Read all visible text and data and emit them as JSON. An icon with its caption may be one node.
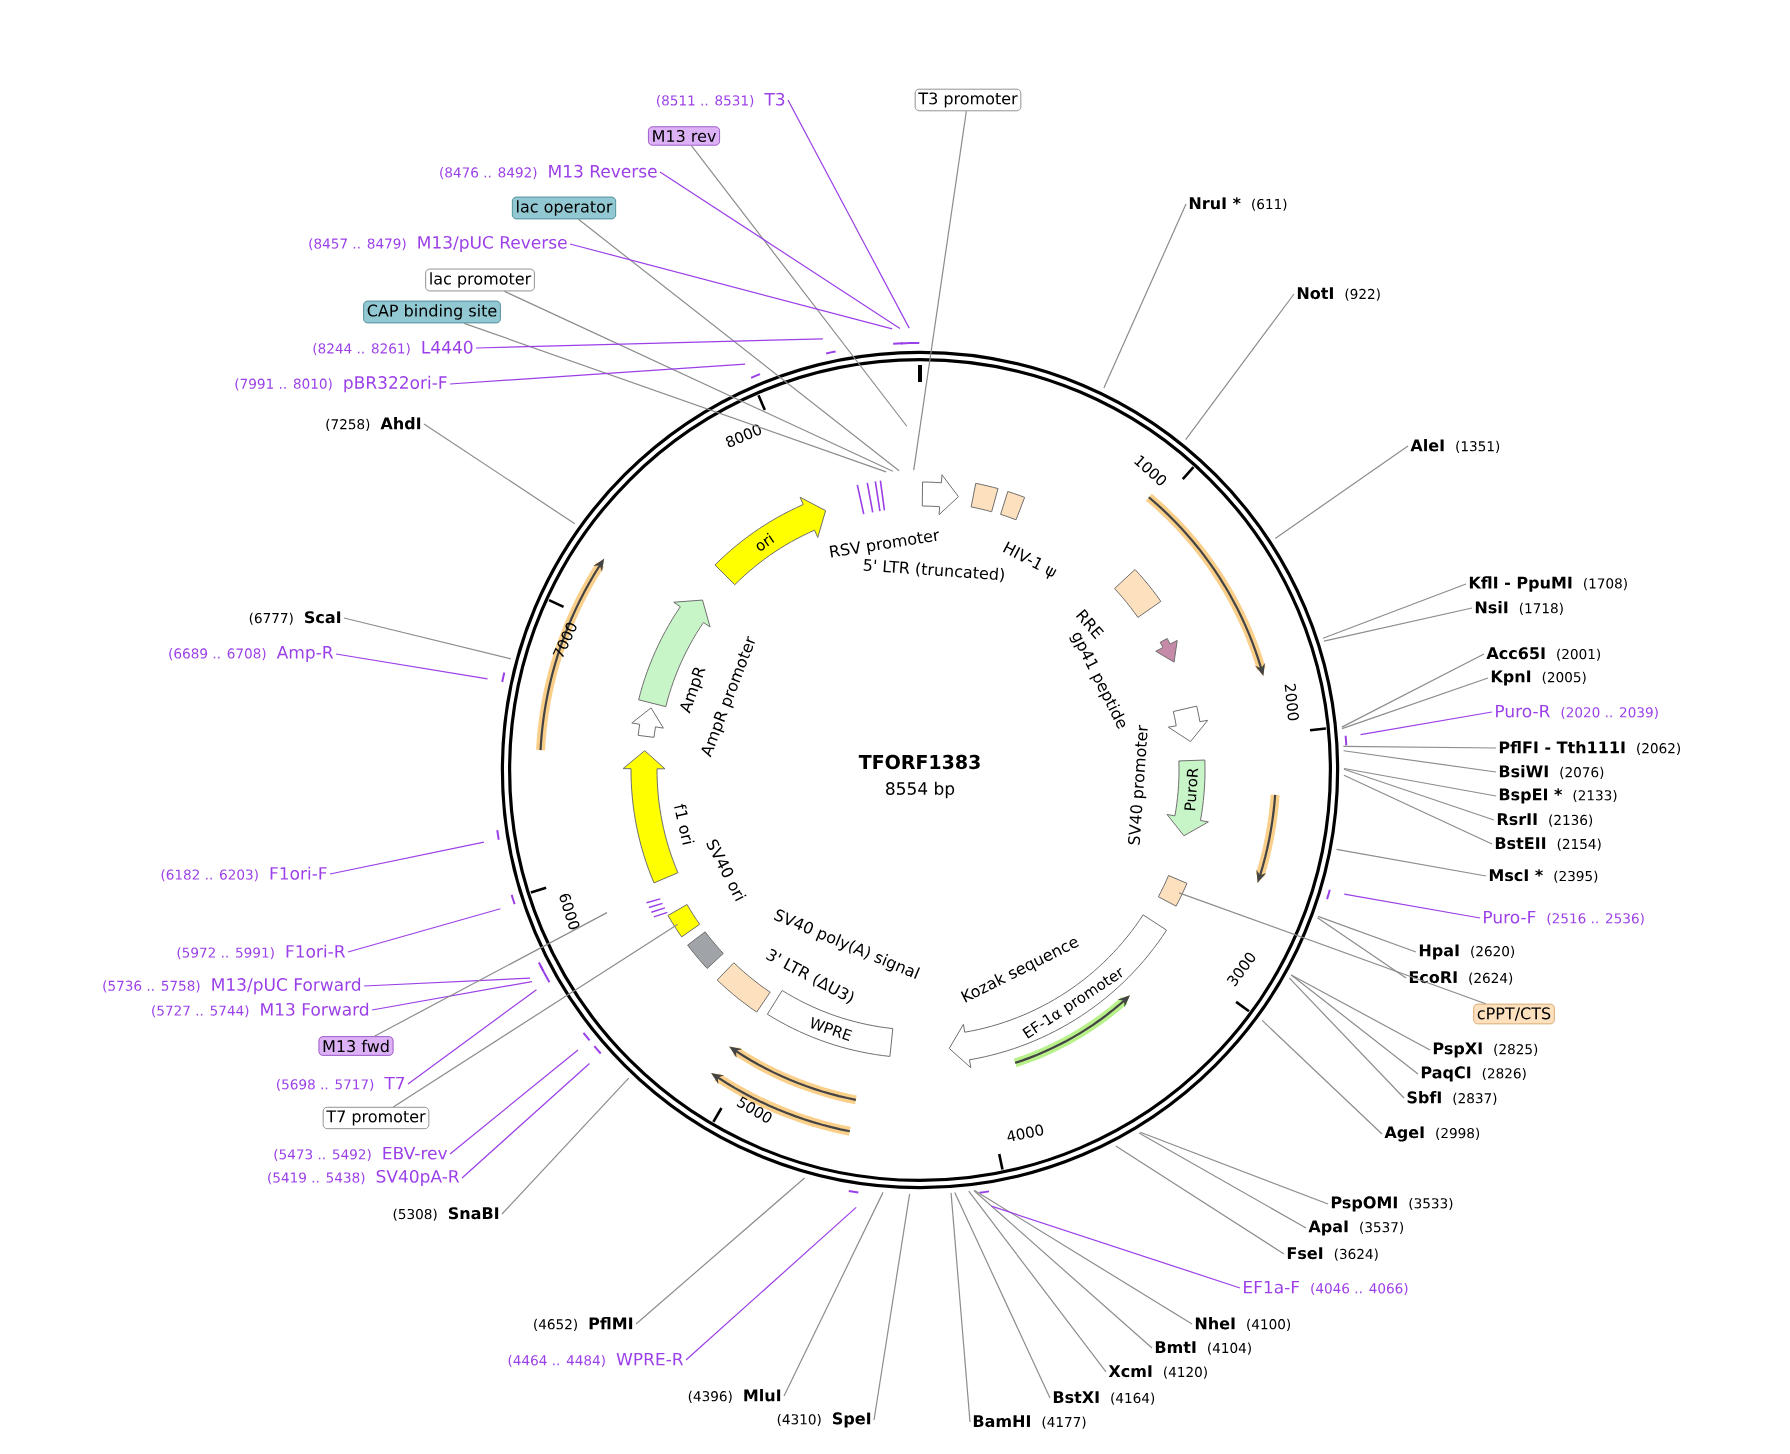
{
  "diagram": {
    "title": "TFORF1383",
    "nodes": [
      {
        "text": [],
        "shape": "circle"
      },
      {
        "text": [
          "(8511 .. 8531)",
          "T3"
        ]
      },
      {
        "text": [
          "M13 rev"
        ]
      },
      {
        "text": [
          "(8476 .. 8492)",
          "M13 Reverse"
        ]
      },
      {
        "text": [
          "lac operator"
        ]
      },
      {
        "text": [
          "(8457 .. 8479)",
          "M13/pUC Reverse"
        ]
      },
      {
        "text": [
          "lac promoter"
        ]
      },
      {
        "text": [
          "CAP binding site"
        ]
      },
      {
        "text": [
          "(8244 .. 8261)",
          "L4440"
        ]
      },
      {
        "text": [
          "(7991 .. 8010)",
          "pBR322ori-F"
        ]
      },
      {
        "text": [
          "T3 promoter"
        ]
      },
      {
        "text": [
          "(7258)",
          "AhdI"
        ]
      },
      {
        "text": [
          "(6777)",
          "ScaI"
        ]
      },
      {
        "text": [
          "(6689 .. 6708)",
          "Amp-R"
        ]
      },
      {
        "text": [
          "(6182 .. 6203)",
          "F1ori-F"
        ]
      },
      {
        "text": [
          "(5972 .. 5991)",
          "F1ori-R"
        ]
      },
      {
        "text": [
          "(5736 .. 5758)",
          "M13/pUC Forward"
        ]
      },
      {
        "text": [
          "(5727 .. 5744)",
          "M13 Forward"
        ]
      },
      {
        "text": [
          "M13 fwd"
        ]
      },
      {
        "text": [
          "(5698 .. 5717)",
          "T7"
        ]
      },
      {
        "text": [
          "T7 promoter"
        ]
      },
      {
        "text": [
          "(5473 .. 5492)",
          "EBV-rev"
        ]
      },
      {
        "text": [
          "(5419 .. 5438)",
          "SV40pA-R"
        ]
      },
      {
        "text": [
          "(5308)",
          "SnaBI"
        ]
      },
      {
        "text": [
          "(4652)",
          "PflMI"
        ]
      },
      {
        "text": [
          "(4464 .. 4484)",
          "WPRE-R"
        ]
      },
      {
        "text": [
          "(4396)",
          "MluI"
        ]
      },
      {
        "text": [
          "(4310)",
          "SpeI"
        ]
      },
      {
        "text": [
          "BamHI",
          "(4177)"
        ]
      },
      {
        "text": [
          "BstXI",
          "(4164)"
        ]
      },
      {
        "text": [
          "XcmI",
          "(4120)"
        ]
      },
      {
        "text": [
          "BmtI",
          "(4104)"
        ]
      },
      {
        "text": [
          "NheI",
          "(4100)"
        ]
      },
      {
        "text": [
          "EF1a-F",
          "(4046 .. 4066)"
        ]
      },
      {
        "text": [
          "FseI",
          "(3624)"
        ]
      },
      {
        "text": [
          "ApaI",
          "(3537)"
        ]
      },
      {
        "text": [
          "PspOMI",
          "(3533)"
        ]
      },
      {
        "text": [
          "AgeI",
          "(2998)"
        ]
      },
      {
        "text": [
          "SbfI",
          "(2837)"
        ]
      },
      {
        "text": [
          "PaqCI",
          "(2826)"
        ]
      },
      {
        "text": [
          "PspXI",
          "(2825)"
        ]
      },
      {
        "text": [
          "cPPT/CTS"
        ]
      },
      {
        "text": [
          "EcoRI",
          "(2624)"
        ]
      },
      {
        "text": [
          "HpaI",
          "(2620)"
        ]
      },
      {
        "text": [
          "Puro-F",
          "(2516 .. 2536)"
        ]
      },
      {
        "text": [
          "MscI *",
          "(2395)"
        ]
      },
      {
        "text": [
          "BstEII",
          "(2154)"
        ]
      },
      {
        "text": [
          "RsrII",
          "(2136)"
        ]
      },
      {
        "text": [
          "BspEI *",
          "(2133)"
        ]
      },
      {
        "text": [
          "BsiWI",
          "(2076)"
        ]
      },
      {
        "text": [
          "PflFI - Tth111I",
          "(2062)"
        ]
      },
      {
        "text": [
          "Puro-R",
          "(2020 .. 2039)"
        ]
      },
      {
        "text": [
          "KpnI",
          "(2005)"
        ]
      },
      {
        "text": [
          "Acc65I",
          "(2001)"
        ]
      },
      {
        "text": [
          "NsiI",
          "(1718)"
        ]
      },
      {
        "text": [
          "KflI - PpuMI",
          "(1708)"
        ]
      },
      {
        "text": [
          "AleI",
          "(1351)"
        ]
      },
      {
        "text": [
          "NotI",
          "(922)"
        ]
      },
      {
        "text": [
          "NruI *",
          "(611)"
        ]
      },
      {
        "text": [],
        "shape": "arrow",
        "in": 0
      },
      {
        "text": [],
        "shape": "box",
        "in": 0
      },
      {
        "text": [],
        "shape": "box",
        "in": 0
      },
      {
        "text": [],
        "shape": "box",
        "in": 0
      },
      {
        "text": [],
        "shape": "arrow",
        "in": 0
      },
      {
        "text": [],
        "shape": "arrow",
        "in": 0
      },
      {
        "text": [
          "PuroR"
        ],
        "in": 0
      },
      {
        "text": [],
        "shape": "box",
        "in": 0
      },
      {
        "text": [
          "EF-1α promoter"
        ],
        "in": 0
      },
      {
        "text": [
          "WPRE"
        ],
        "in": 0
      },
      {
        "text": [],
        "shape": "box",
        "in": 0
      },
      {
        "text": [],
        "shape": "box",
        "in": 0
      },
      {
        "text": [],
        "shape": "box",
        "in": 0
      },
      {
        "text": [],
        "shape": "arrow",
        "in": 0
      },
      {
        "text": [],
        "shape": "arrow",
        "in": 0
      },
      {
        "text": [],
        "shape": "arrow",
        "in": 0
      },
      {
        "text": [
          "ori"
        ],
        "in": 0
      }
    ],
    "edges": [
      {
        "from": 1,
        "to": 0,
        "arrow": "none",
        "color": "#9b3fe8"
      },
      {
        "from": 2,
        "to": 0,
        "arrow": "none"
      },
      {
        "from": 3,
        "to": 0,
        "arrow": "none",
        "color": "#9b3fe8"
      },
      {
        "from": 4,
        "to": 0,
        "arrow": "none"
      },
      {
        "from": 5,
        "to": 0,
        "arrow": "none",
        "color": "#9b3fe8"
      },
      {
        "from": 6,
        "to": 0,
        "arrow": "none"
      },
      {
        "from": 7,
        "to": 0,
        "arrow": "none"
      },
      {
        "from": 8,
        "to": 0,
        "arrow": "none",
        "color": "#9b3fe8"
      },
      {
        "from": 9,
        "to": 0,
        "arrow": "none",
        "color": "#9b3fe8"
      },
      {
        "from": 10,
        "to": 0,
        "arrow": "none"
      },
      {
        "from": 11,
        "to": 0,
        "arrow": "none"
      },
      {
        "from": 12,
        "to": 0,
        "arrow": "none"
      },
      {
        "from": 13,
        "to": 0,
        "arrow": "none",
        "color": "#9b3fe8"
      },
      {
        "from": 14,
        "to": 0,
        "arrow": "none",
        "color": "#9b3fe8"
      },
      {
        "from": 15,
        "to": 0,
        "arrow": "none",
        "color": "#9b3fe8"
      },
      {
        "from": 16,
        "to": 0,
        "arrow": "none",
        "color": "#9b3fe8"
      },
      {
        "from": 17,
        "to": 0,
        "arrow": "none",
        "color": "#9b3fe8"
      },
      {
        "from": 18,
        "to": 0,
        "arrow": "none"
      },
      {
        "from": 19,
        "to": 0,
        "arrow": "none",
        "color": "#9b3fe8"
      },
      {
        "from": 20,
        "to": 71,
        "arrow": "none"
      },
      {
        "from": 21,
        "to": 0,
        "arrow": "none",
        "color": "#9b3fe8"
      },
      {
        "from": 22,
        "to": 0,
        "arrow": "none",
        "color": "#9b3fe8"
      },
      {
        "from": 23,
        "to": 0,
        "arrow": "none"
      },
      {
        "from": 24,
        "to": 0,
        "arrow": "none"
      },
      {
        "from": 25,
        "to": 0,
        "arrow": "none",
        "color": "#9b3fe8"
      },
      {
        "from": 26,
        "to": 0,
        "arrow": "none"
      },
      {
        "from": 27,
        "to": 0,
        "arrow": "none"
      },
      {
        "from": 28,
        "to": 0,
        "arrow": "none"
      },
      {
        "from": 29,
        "to": 0,
        "arrow": "none"
      },
      {
        "from": 30,
        "to": 0,
        "arrow": "none"
      },
      {
        "from": 31,
        "to": 0,
        "arrow": "none"
      },
      {
        "from": 32,
        "to": 0,
        "arrow": "none"
      },
      {
        "from": 33,
        "to": 0,
        "arrow": "none",
        "color": "#9b3fe8"
      },
      {
        "from": 34,
        "to": 0,
        "arrow": "none"
      },
      {
        "from": 35,
        "to": 0,
        "arrow": "none"
      },
      {
        "from": 36,
        "to": 0,
        "arrow": "none"
      },
      {
        "from": 37,
        "to": 0,
        "arrow": "none"
      },
      {
        "from": 38,
        "to": 0,
        "arrow": "none"
      },
      {
        "from": 39,
        "to": 0,
        "arrow": "none"
      },
      {
        "from": 40,
        "to": 0,
        "arrow": "none"
      },
      {
        "from": 41,
        "to": 66,
        "arrow": "none"
      },
      {
        "from": 42,
        "to": 0,
        "arrow": "none"
      },
      {
        "from": 43,
        "to": 0,
        "arrow": "none"
      },
      {
        "from": 44,
        "to": 0,
        "arrow": "none",
        "color": "#9b3fe8"
      },
      {
        "from": 45,
        "to": 0,
        "arrow": "none"
      },
      {
        "from": 46,
        "to": 0,
        "arrow": "none"
      },
      {
        "from": 47,
        "to": 0,
        "arrow": "none"
      },
      {
        "from": 48,
        "to": 0,
        "arrow": "none"
      },
      {
        "from": 49,
        "to": 0,
        "arrow": "none"
      },
      {
        "from": 50,
        "to": 0,
        "arrow": "none"
      },
      {
        "from": 51,
        "to": 0,
        "arrow": "none",
        "color": "#9b3fe8"
      },
      {
        "from": 52,
        "to": 0,
        "arrow": "none"
      },
      {
        "from": 53,
        "to": 0,
        "arrow": "none"
      },
      {
        "from": 54,
        "to": 0,
        "arrow": "none"
      },
      {
        "from": 55,
        "to": 0,
        "arrow": "none"
      },
      {
        "from": 56,
        "to": 0,
        "arrow": "none"
      },
      {
        "from": 57,
        "to": 0,
        "arrow": "none"
      },
      {
        "from": 58,
        "to": 0,
        "arrow": "none"
      }
    ],
    "labels": [
      "8554 bp",
      "RSV promoter",
      "5' LTR (truncated)",
      "HIV-1 ψ",
      "RRE",
      "gp41 peptide",
      "SV40 promoter",
      "Kozak sequence",
      "SV40 poly(A) signal",
      "3' LTR (ΔU3)",
      "SV40 ori",
      "f1 ori",
      "AmpR promoter",
      "AmpR",
      "1000",
      "2000",
      "3000",
      "4000",
      "5000",
      "6000",
      "7000",
      "8000"
    ]
  }
}
